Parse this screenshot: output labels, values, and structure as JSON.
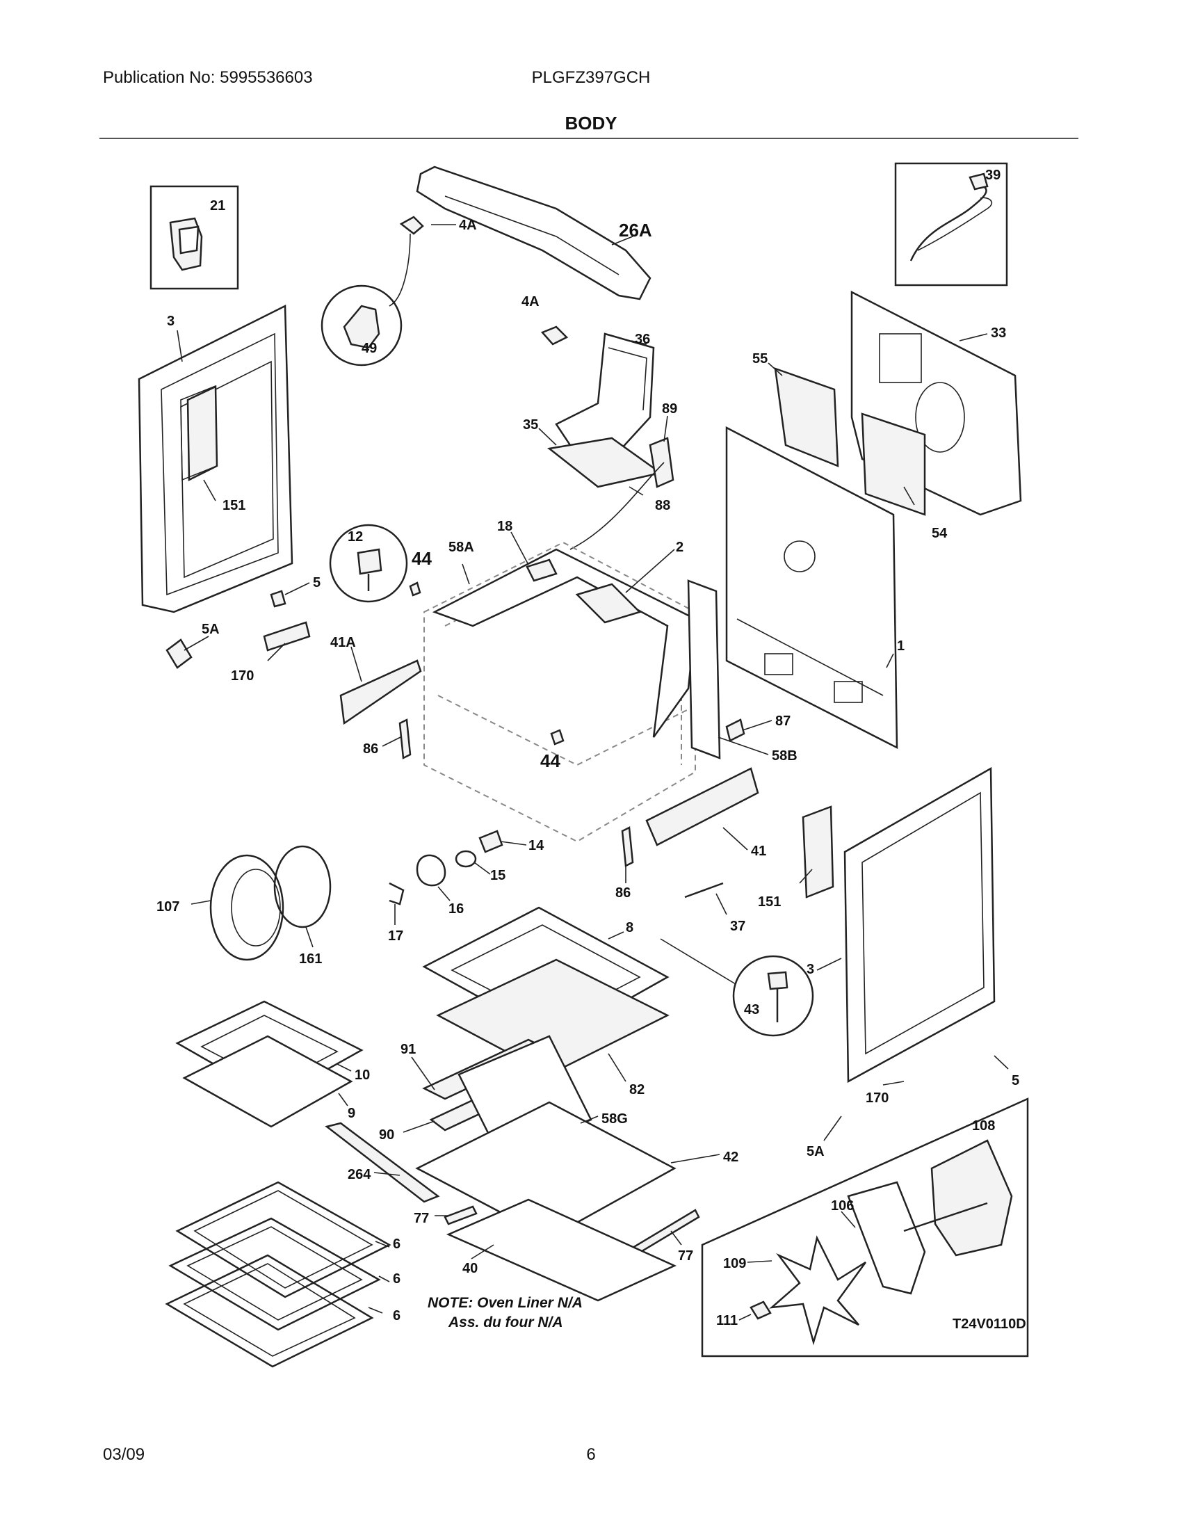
{
  "header": {
    "publication": "Publication No: 5995536603",
    "model": "PLGFZ397GCH",
    "section_title": "BODY"
  },
  "footer": {
    "date": "03/09",
    "page": "6"
  },
  "diagram": {
    "code": "T24V0110D",
    "note_line1": "NOTE: Oven Liner N/A",
    "note_line2": "Ass. du four N/A",
    "callouts": {
      "c21": "21",
      "c39": "39",
      "c26A": "26A",
      "c4A_top": "4A",
      "c4A_mid": "4A",
      "c49": "49",
      "c3_left": "3",
      "c36": "36",
      "c33": "33",
      "c55": "55",
      "c35": "35",
      "c89": "89",
      "c88": "88",
      "c151_left": "151",
      "c54": "54",
      "c12": "12",
      "c44_top": "44",
      "c58A": "58A",
      "c18": "18",
      "c2": "2",
      "c5_left": "5",
      "c5A_left": "5A",
      "c41A": "41A",
      "c1": "1",
      "c170_left": "170",
      "c87": "87",
      "c86_left": "86",
      "c58B": "58B",
      "c44_mid": "44",
      "c14": "14",
      "c41": "41",
      "c15": "15",
      "c86_mid": "86",
      "c151_right": "151",
      "c107": "107",
      "c161": "161",
      "c16": "16",
      "c17": "17",
      "c37": "37",
      "c8": "8",
      "c3_right": "3",
      "c43": "43",
      "c10": "10",
      "c9": "9",
      "c91": "91",
      "c82": "82",
      "c170_right": "170",
      "c5_right": "5",
      "c58G": "58G",
      "c90": "90",
      "c108": "108",
      "c42": "42",
      "c5A_right": "5A",
      "c264": "264",
      "c106": "106",
      "c77_left": "77",
      "c6_a": "6",
      "c77_right": "77",
      "c109": "109",
      "c40": "40",
      "c6_b": "6",
      "c6_c": "6",
      "c111": "111"
    }
  }
}
